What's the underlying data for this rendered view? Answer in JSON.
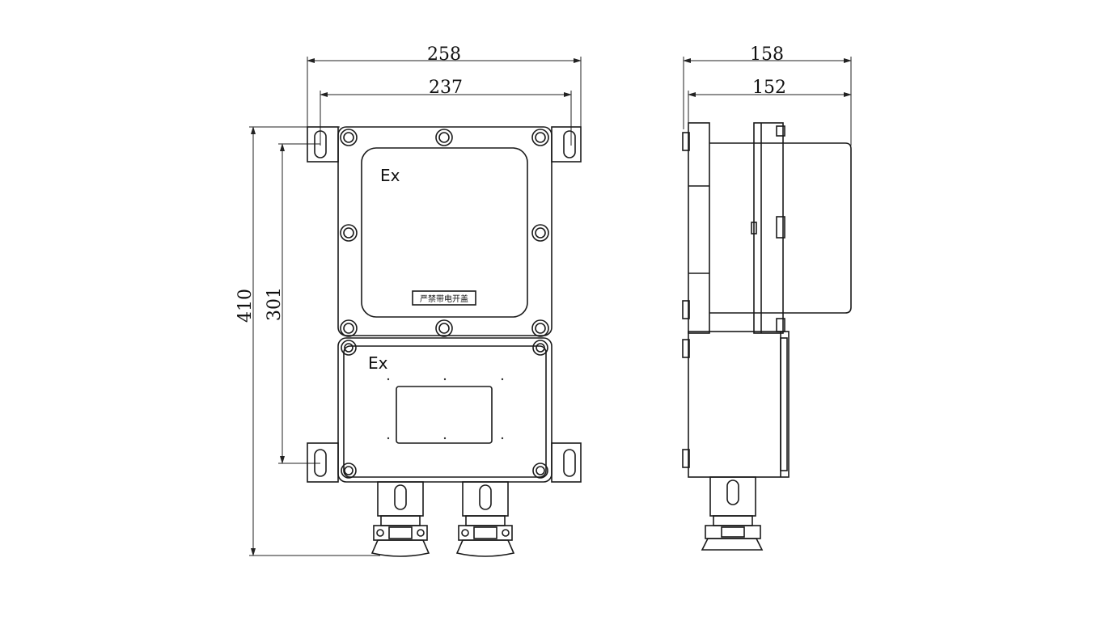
{
  "dimensions": {
    "front_overall_width": "258",
    "front_mount_width": "237",
    "front_overall_height": "410",
    "front_mount_height": "301",
    "side_overall_depth": "158",
    "side_depth": "152"
  },
  "labels": {
    "upper_ex_mark": "Ex",
    "lower_ex_mark": "Ex",
    "warning_plate": "严禁带电开盖"
  }
}
